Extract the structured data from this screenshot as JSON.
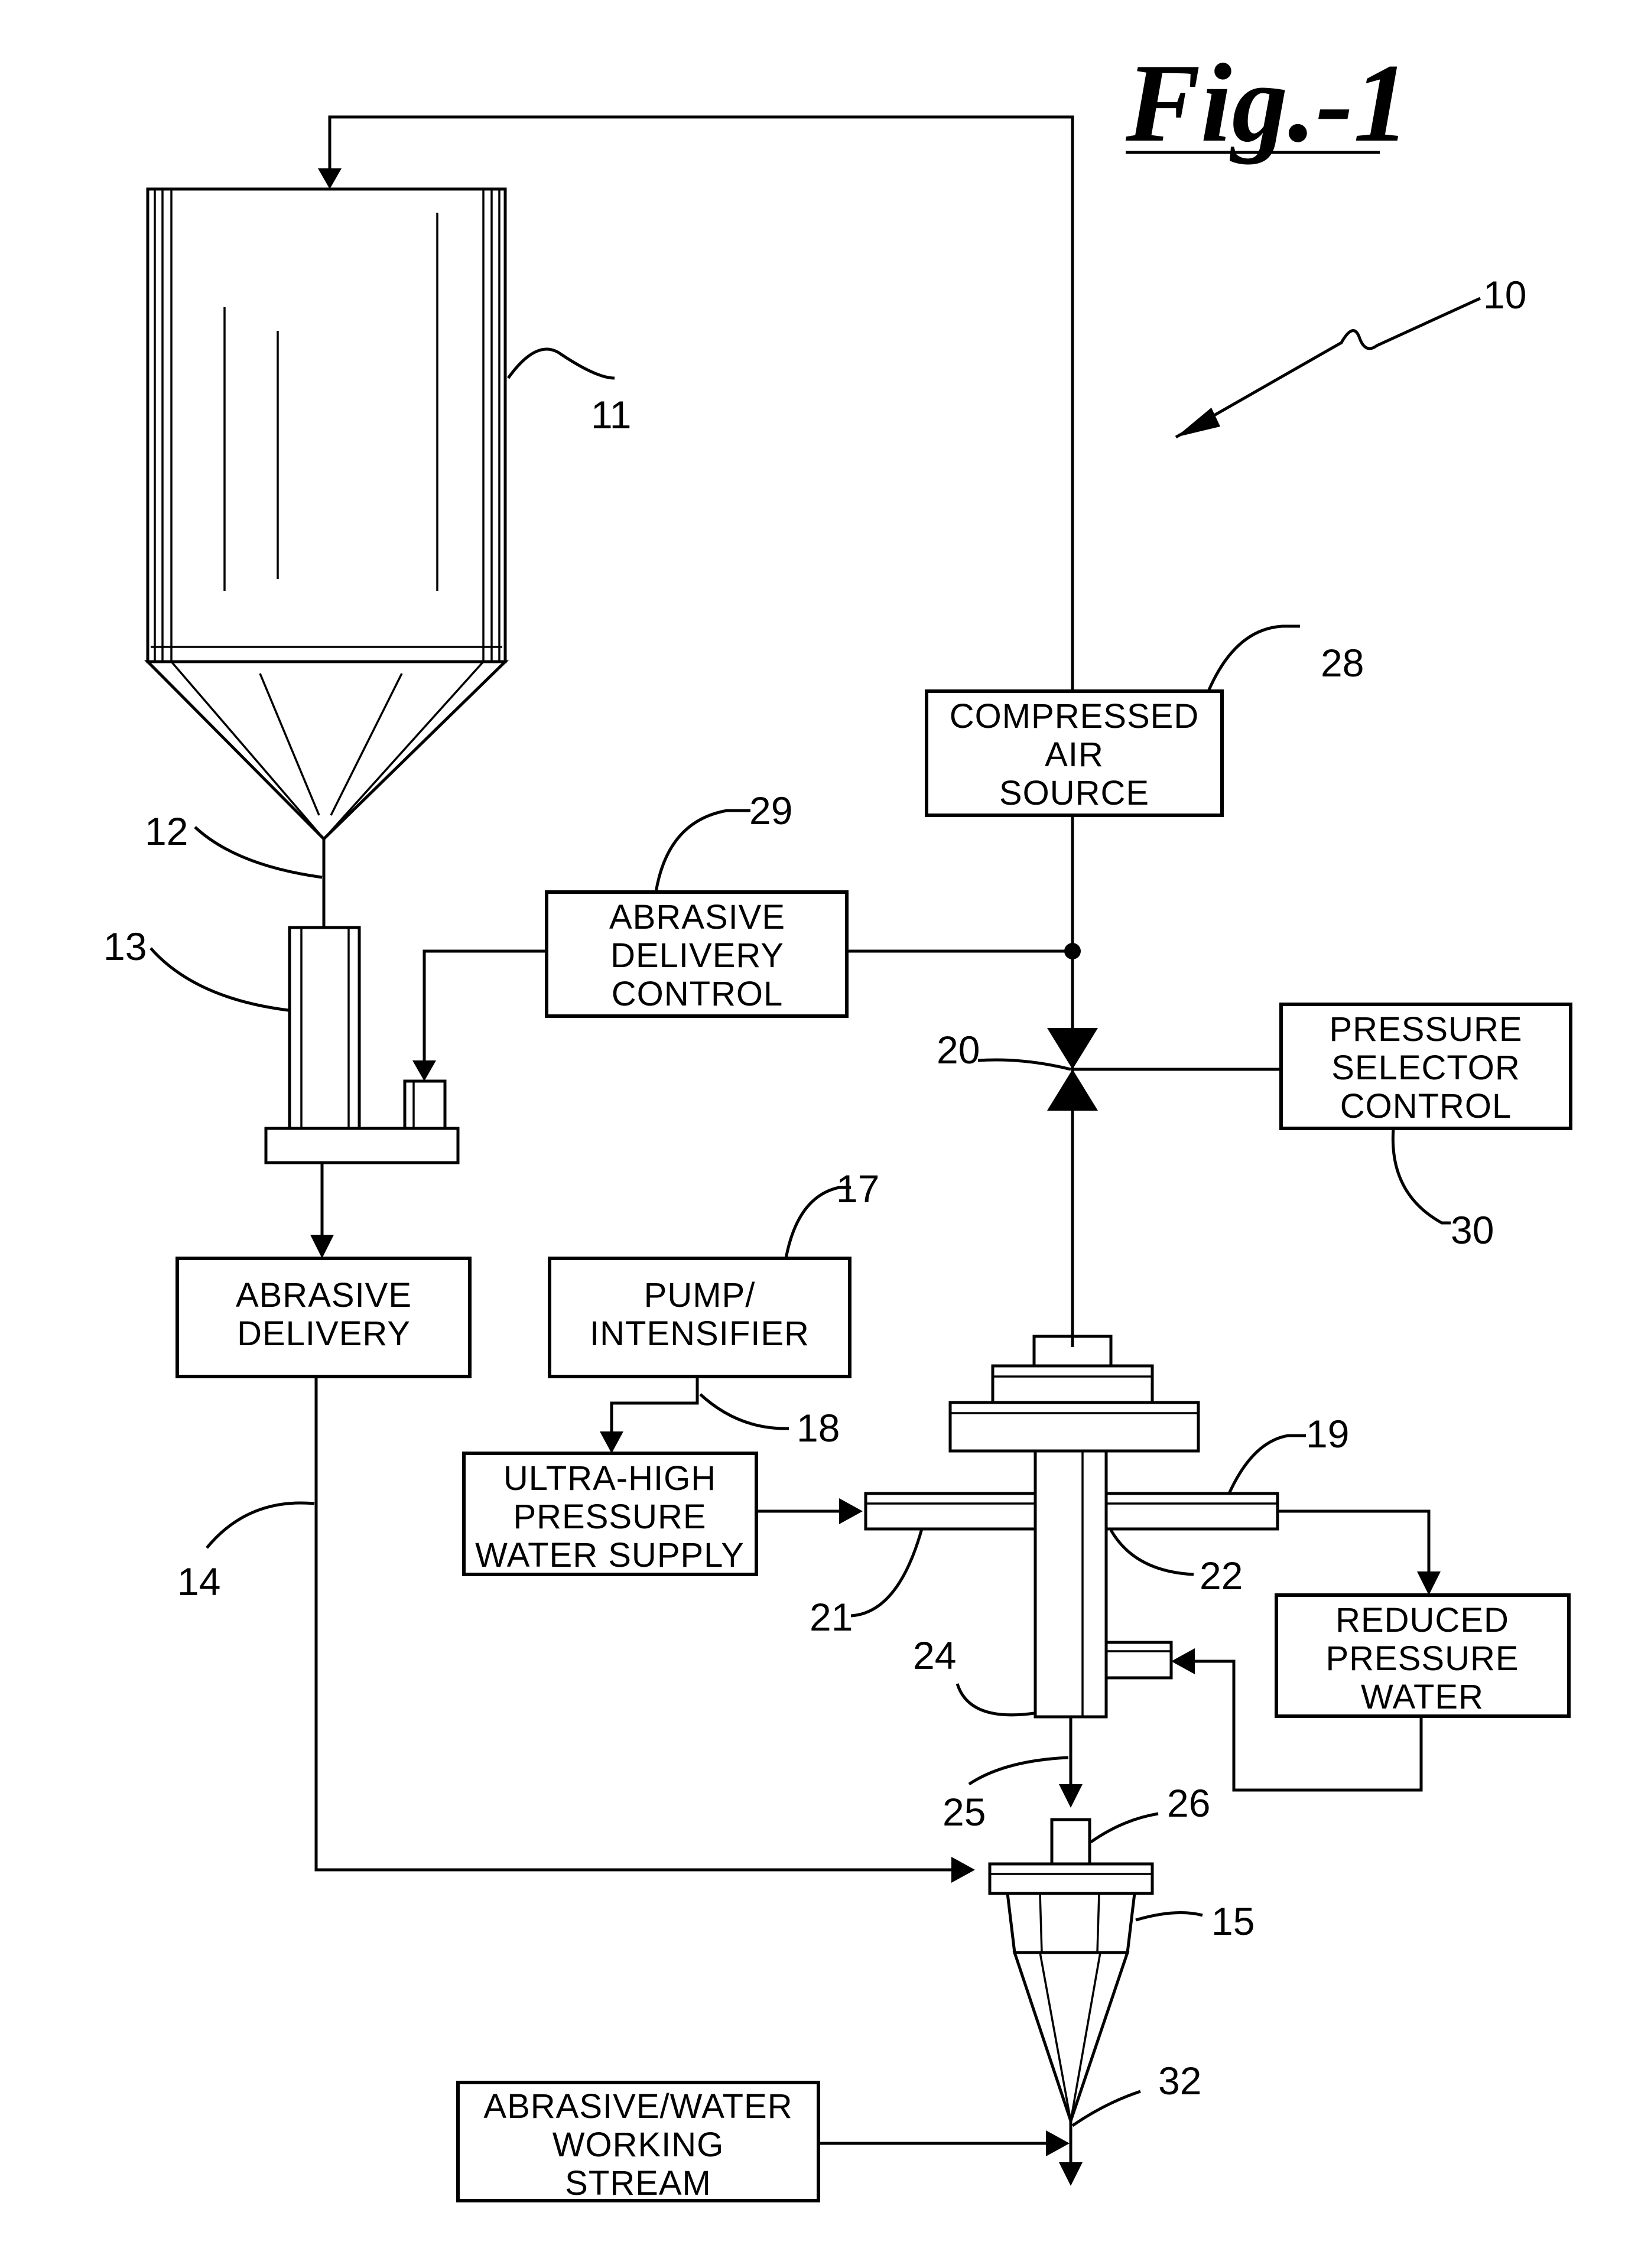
{
  "figure": {
    "title": "Fig.-1"
  },
  "labels": {
    "compressed_air_source": [
      "COMPRESSED",
      "AIR",
      "SOURCE"
    ],
    "abrasive_delivery_control": [
      "ABRASIVE",
      "DELIVERY",
      "CONTROL"
    ],
    "pressure_selector_control": [
      "PRESSURE",
      "SELECTOR",
      "CONTROL"
    ],
    "abrasive_delivery": [
      "ABRASIVE",
      "DELIVERY"
    ],
    "pump_intensifier": [
      "PUMP/",
      "INTENSIFIER"
    ],
    "ultra_high_pressure_water_supply": [
      "ULTRA-HIGH",
      "PRESSURE",
      "WATER SUPPLY"
    ],
    "reduced_pressure_water": [
      "REDUCED",
      "PRESSURE",
      "WATER"
    ],
    "abrasive_water_working_stream": [
      "ABRASIVE/WATER",
      "WORKING",
      "STREAM"
    ]
  },
  "refs": {
    "system": "10",
    "hopper": "11",
    "hopper_outlet": "12",
    "metering_unit": "13",
    "abrasive_line": "14",
    "nozzle": "15",
    "pump": "17",
    "pump_line": "18",
    "outlet_pipe": "19",
    "valve": "20",
    "inlet_pipe": "21",
    "seal": "22",
    "body": "24",
    "jet_line": "25",
    "orifice": "26",
    "air_source": "28",
    "abrasive_control": "29",
    "pressure_control": "30",
    "stream": "32"
  }
}
